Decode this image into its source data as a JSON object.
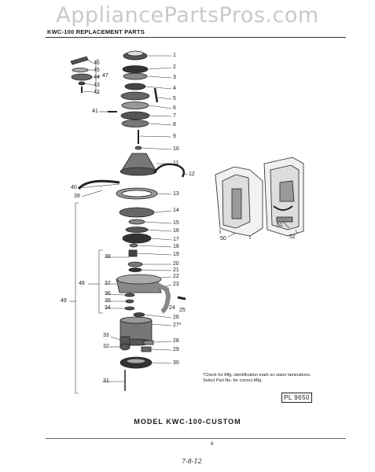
{
  "watermark": "AppliancePartsPros.com",
  "header": "KWC-100 REPLACEMENT PARTS",
  "callouts_left": [
    "46",
    "45",
    "44",
    "43",
    "42",
    "41",
    "40",
    "39",
    "38",
    "37",
    "36",
    "35",
    "34",
    "33",
    "32",
    "31"
  ],
  "callouts_right": [
    "1",
    "2",
    "3",
    "4",
    "5",
    "6",
    "7",
    "8",
    "9",
    "10",
    "11",
    "12",
    "13",
    "14",
    "15",
    "16",
    "17",
    "18",
    "19",
    "20",
    "21",
    "22",
    "23",
    "24",
    "25",
    "26",
    "27*",
    "28",
    "29",
    "30"
  ],
  "bracket_labels": {
    "upper": "47",
    "mid": "48",
    "outer": "49"
  },
  "cabinet_labels": [
    "50",
    "51",
    "52"
  ],
  "note": "*Check for Mfg. identification mark on stator laminations. Select Part No. for correct Mfg.",
  "plate_code": "PL 9650",
  "model": "MODEL KWC-100-CUSTOM",
  "page_number": "6",
  "handwritten": "7-8-12"
}
